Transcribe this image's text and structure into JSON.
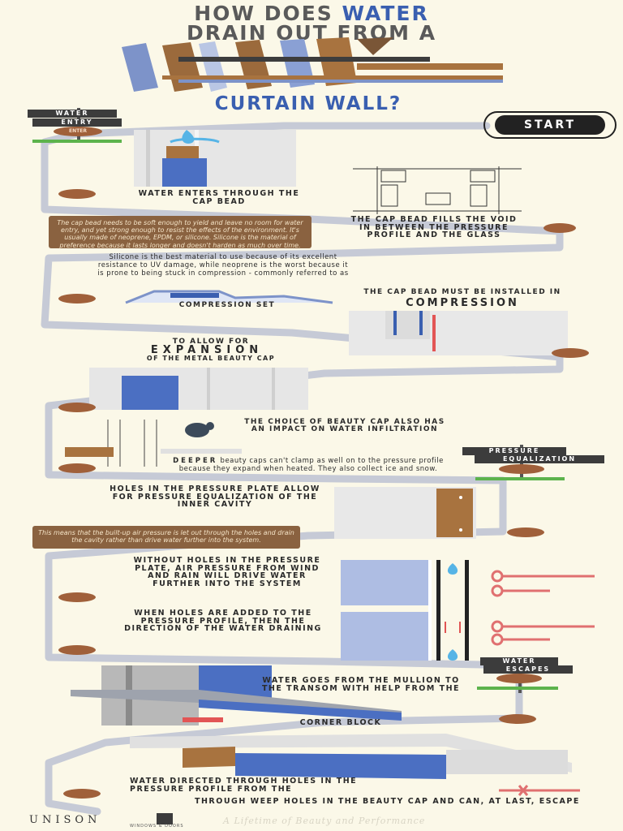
{
  "title": {
    "line1_a": "HOW DOES ",
    "line1_b": "WATER",
    "line2": "DRAIN OUT FROM A",
    "line3": "CURTAIN WALL?"
  },
  "start_label": "START",
  "signs": {
    "water_entry_1": "WATER",
    "water_entry_2": "ENTRY",
    "pressure_1": "PRESSURE",
    "pressure_2": "EQUALIZATION",
    "escapes_1": "WATER",
    "escapes_2": "ESCAPES"
  },
  "badges": {
    "enter": "ENTER"
  },
  "steps": {
    "water_enters": "WATER ENTERS THROUGH THE CAP BEAD",
    "cap_bead_fills": "THE CAP BEAD FILLS THE VOID IN BETWEEN THE PRESSURE PROFILE AND THE GLASS",
    "cap_bead_note": "The cap bead needs to be soft enough to yield and leave no room for water entry, and yet strong enough to resist the effects of the environment. It's usually made of neoprene, EPDM, or silicone. Silicone is the material of preference because it lasts longer and doesn't harden as much over time.",
    "silicone_text": "Silicone is the best material to use because of its excellent resistance to UV damage, while neoprene is the worst because it is prone to being stuck in compression - commonly referred to as",
    "compression_set": "COMPRESSION SET",
    "must_installed": "THE CAP BEAD MUST BE INSTALLED IN",
    "compression": "COMPRESSION",
    "to_allow": "TO ALLOW FOR",
    "expansion": "EXPANSION",
    "of_metal": "OF THE METAL BEAUTY CAP",
    "choice_beauty": "THE CHOICE OF BEAUTY CAP ALSO HAS AN IMPACT ON WATER INFILTRATION",
    "deeper_a": "DEEPER",
    "deeper_b": " beauty caps can't clamp as well on to the pressure profile because they expand when heated. They also collect ice and snow.",
    "holes_pressure": "HOLES IN THE PRESSURE PLATE ALLOW FOR PRESSURE EQUALIZATION OF THE INNER CAVITY",
    "built_up_note": "This means that the built-up air pressure is let out through the holes and drain the cavity rather than drive water further into the system.",
    "without_holes": "WITHOUT HOLES IN THE PRESSURE PLATE, AIR PRESSURE FROM WIND AND RAIN WILL DRIVE WATER FURTHER INTO THE SYSTEM",
    "when_holes": "WHEN HOLES ARE ADDED TO THE PRESSURE PROFILE, THEN THE DIRECTION OF THE WATER DRAINING",
    "mullion": "WATER GOES FROM THE MULLION TO THE TRANSOM WITH HELP FROM THE",
    "corner_block": "CORNER BLOCK",
    "final_a": "WATER DIRECTED THROUGH HOLES IN THE PRESSURE PROFILE FROM THE",
    "final_b": "THROUGH WEEP HOLES IN THE BEAUTY CAP AND CAN, AT LAST, ESCAPE"
  },
  "footer": {
    "brand": "UNISON",
    "sub": "WINDOWS & DOORS",
    "tagline": "A Lifetime of Beauty and Performance"
  },
  "colors": {
    "cream": "#fbf8e8",
    "navy": "#3c3c3c",
    "blue": "#3a5fb0",
    "brown": "#8a6240",
    "pipe": "#c8ccd6",
    "red_swirl": "#e07070"
  }
}
